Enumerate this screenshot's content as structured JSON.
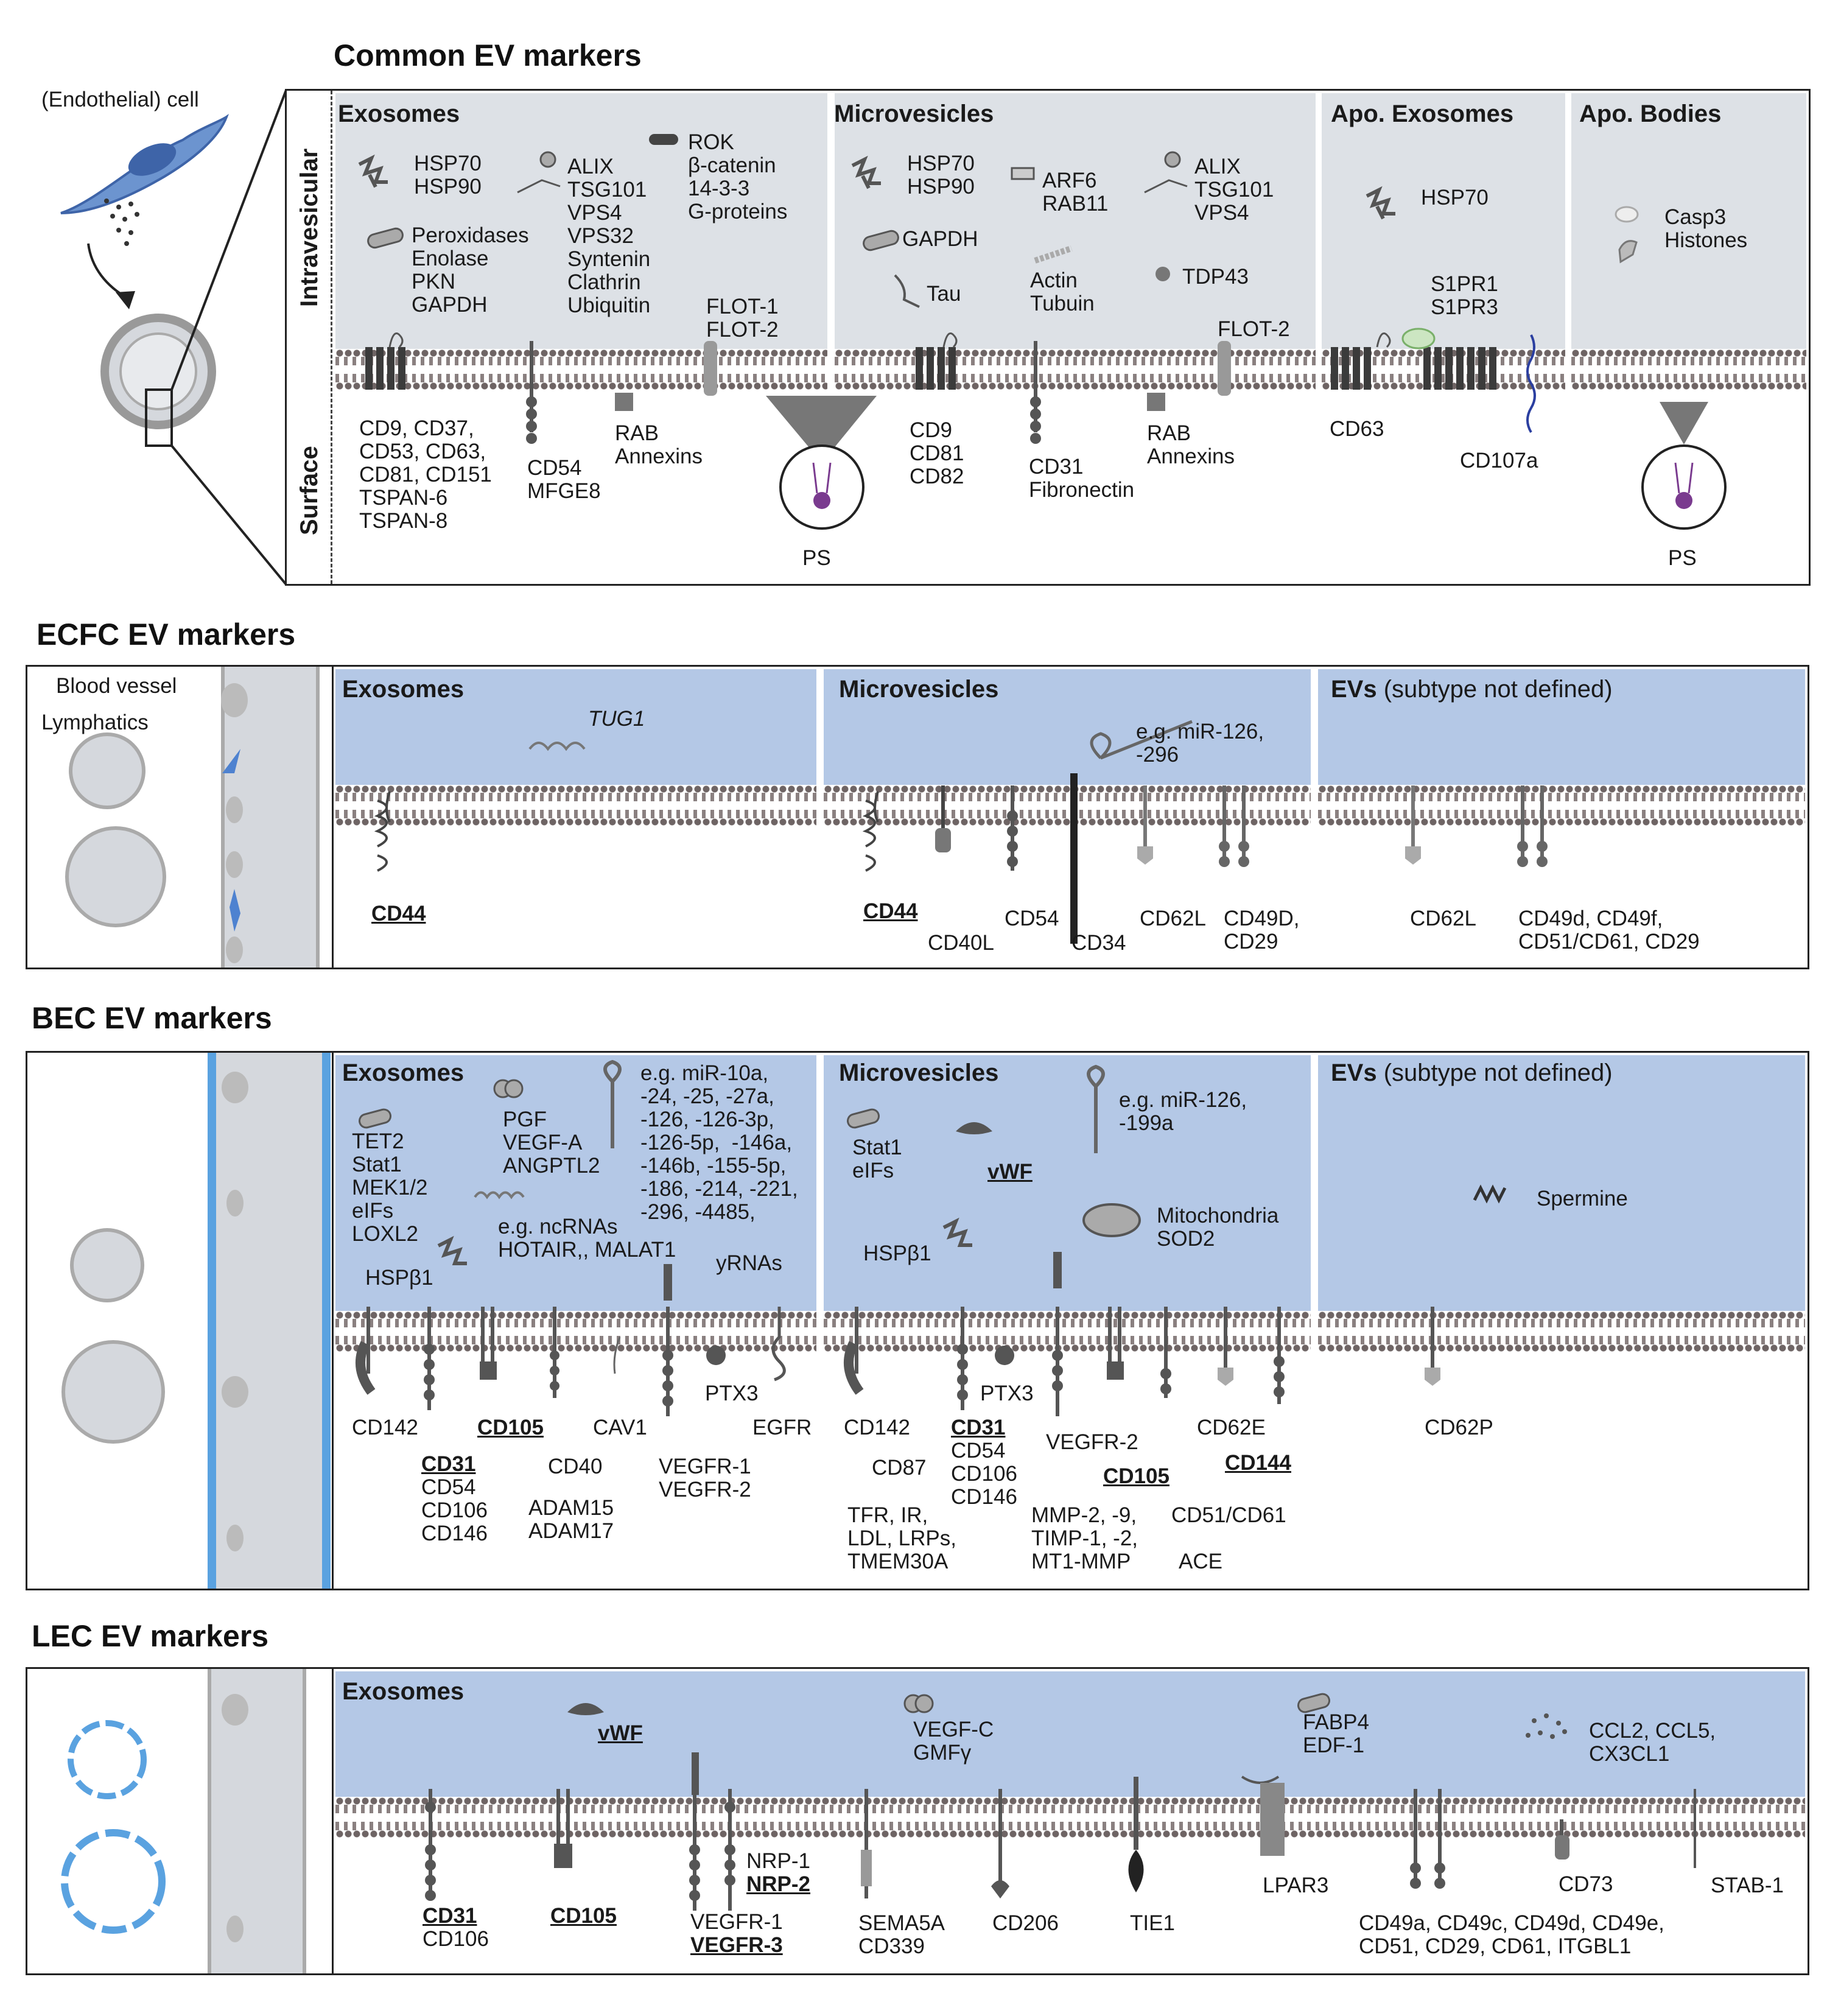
{
  "colors": {
    "grey_panel": "#dde1e6",
    "blue_panel": "#b4c8e6",
    "cell_blue": "#6c94cf",
    "ps_purple": "#7a3b8f",
    "lymph_blue": "#5aa2e0"
  },
  "common": {
    "title": "Common EV markers",
    "cell_label": "(Endothelial) cell",
    "intravesicular": "Intravesicular",
    "surface": "Surface",
    "exosomes": {
      "title": "Exosomes",
      "hsp": "HSP70\nHSP90",
      "alix": "ALIX\nTSG101\nVPS4\nVPS32\nSyntenin\nClathrin\nUbiquitin",
      "rok": "ROK\nβ-catenin\n14-3-3\nG-proteins",
      "perox": "Peroxidases\nEnolase\nPKN\nGAPDH",
      "flot": "FLOT-1\nFLOT-2",
      "cd": "CD9, CD37,\nCD53, CD63,\nCD81, CD151\nTSPAN-6\nTSPAN-8",
      "cd54": "CD54\nMFGE8",
      "rab": "RAB\nAnnexins",
      "ps": "PS"
    },
    "microvesicles": {
      "title": "Microvesicles",
      "hsp": "HSP70\nHSP90",
      "arf": "ARF6\nRAB11",
      "alix": "ALIX\nTSG101\nVPS4",
      "gapdh": "GAPDH",
      "tau": "Tau",
      "actin": "Actin\nTubuin",
      "tdp": "TDP43",
      "flot": "FLOT-2",
      "cd": "CD9\nCD81\nCD82",
      "cd31": "CD31\nFibronectin",
      "rab": "RAB\nAnnexins"
    },
    "apo_exosomes": {
      "title": "Apo. Exosomes",
      "hsp": "HSP70",
      "s1p": "S1PR1\nS1PR3",
      "cd63": "CD63",
      "cd107": "CD107a"
    },
    "apo_bodies": {
      "title": "Apo. Bodies",
      "casp": "Casp3\nHistones",
      "ps": "PS"
    }
  },
  "ecfc": {
    "title": "ECFC EV markers",
    "blood": "Blood vessel",
    "lymph": "Lymphatics",
    "exo_title": "Exosomes",
    "tug1": "TUG1",
    "cd44": "CD44",
    "mv_title": "Microvesicles",
    "mir": "e.g. miR-126,\n-296",
    "mv_cd44": "CD44",
    "cd40l": "CD40L",
    "cd54": "CD54",
    "cd34": "CD34",
    "cd62l": "CD62L",
    "cd49d": "CD49D,\nCD29",
    "ev_title": "EVs",
    "ev_sub": " (subtype not defined)",
    "ev_cd62l": "CD62L",
    "ev_cd49": "CD49d, CD49f,\nCD51/CD61, CD29"
  },
  "bec": {
    "title": "BEC EV markers",
    "exo_title": "Exosomes",
    "tet": "TET2\nStat1\nMEK1/2\neIFs\nLOXL2",
    "pgf": "PGF\nVEGF-A\nANGPTL2",
    "mir": "e.g. miR-10a,\n-24, -25, -27a,\n-126, -126-3p,\n-126-5p,  -146a,\n-146b, -155-5p,\n-186, -214, -221,\n-296, -4485,",
    "ncrna": "e.g. ncRNAs\nHOTAIR,, MALAT1",
    "hsp": "HSPβ1",
    "yrna": "yRNAs",
    "cd142": "CD142",
    "cd105": "CD105",
    "cav1": "CAV1",
    "ptx3": "PTX3",
    "egfr": "EGFR",
    "cd31": "CD31",
    "cd31rest": "CD54\nCD106\nCD146",
    "cd40": "CD40",
    "adam": "ADAM15\nADAM17",
    "vegfr": "VEGFR-1\nVEGFR-2",
    "mv_title": "Microvesicles",
    "stat": "Stat1\neIFs",
    "vwf": "vWF",
    "mir_mv": "e.g. miR-126,\n-199a",
    "mito": "Mitochondria\nSOD2",
    "mv_hsp": "HSPβ1",
    "mv_cd142": "CD142",
    "mv_cd31": "CD31",
    "mv_cd31rest": "CD54\nCD106\nCD146",
    "mv_ptx3": "PTX3",
    "cd87": "CD87",
    "tfr": "TFR, IR,\nLDL, LRPs,\nTMEM30A",
    "vegfr2": "VEGFR-2",
    "mv_cd105": "CD105",
    "mmp": "MMP-2, -9,\nTIMP-1, -2,\nMT1-MMP",
    "cd62e": "CD62E",
    "cd144": "CD144",
    "cd51": "CD51/CD61",
    "ace": "ACE",
    "ev_title": "EVs",
    "ev_sub": " (subtype not defined)",
    "spermine": "Spermine",
    "cd62p": "CD62P"
  },
  "lec": {
    "title": "LEC EV markers",
    "exo_title": "Exosomes",
    "vwf": "vWF",
    "vegfc": "VEGF-C\nGMFγ",
    "fabp": "FABP4\nEDF-1",
    "ccl": "CCL2, CCL5,\nCX3CL1",
    "cd31": "CD31",
    "cd106": "CD106",
    "cd105": "CD105",
    "vegfr1": "VEGFR-1",
    "vegfr3": "VEGFR-3",
    "nrp1": "NRP-1",
    "nrp2": "NRP-2",
    "sema": "SEMA5A\nCD339",
    "cd206": "CD206",
    "tie1": "TIE1",
    "lpar3": "LPAR3",
    "cd49": "CD49a, CD49c, CD49d, CD49e,\nCD51, CD29, CD61, ITGBL1",
    "cd73": "CD73",
    "stab": "STAB-1"
  }
}
